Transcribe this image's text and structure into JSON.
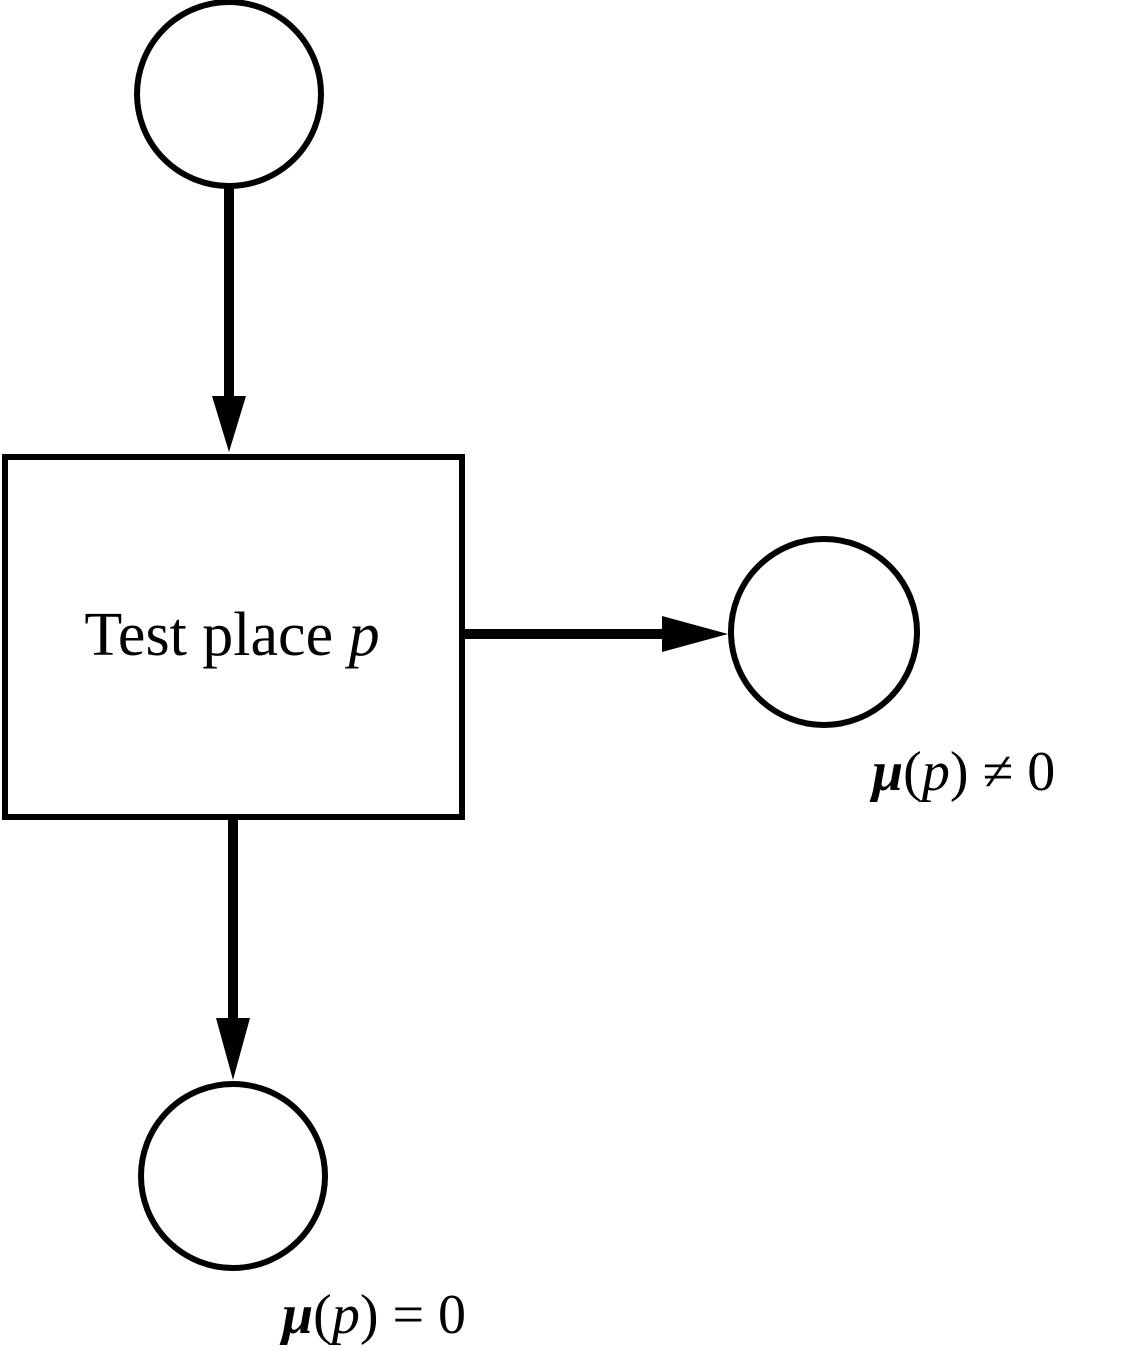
{
  "diagram": {
    "transition": {
      "label_main": "Test place ",
      "label_var": "p"
    },
    "conditions": {
      "nonzero": {
        "mu": "μ",
        "open": "(",
        "var": "p",
        "close": ")",
        "rel": " ≠ 0"
      },
      "zero": {
        "mu": "μ",
        "open": "(",
        "var": "p",
        "close": ")",
        "rel": " = 0"
      }
    }
  }
}
